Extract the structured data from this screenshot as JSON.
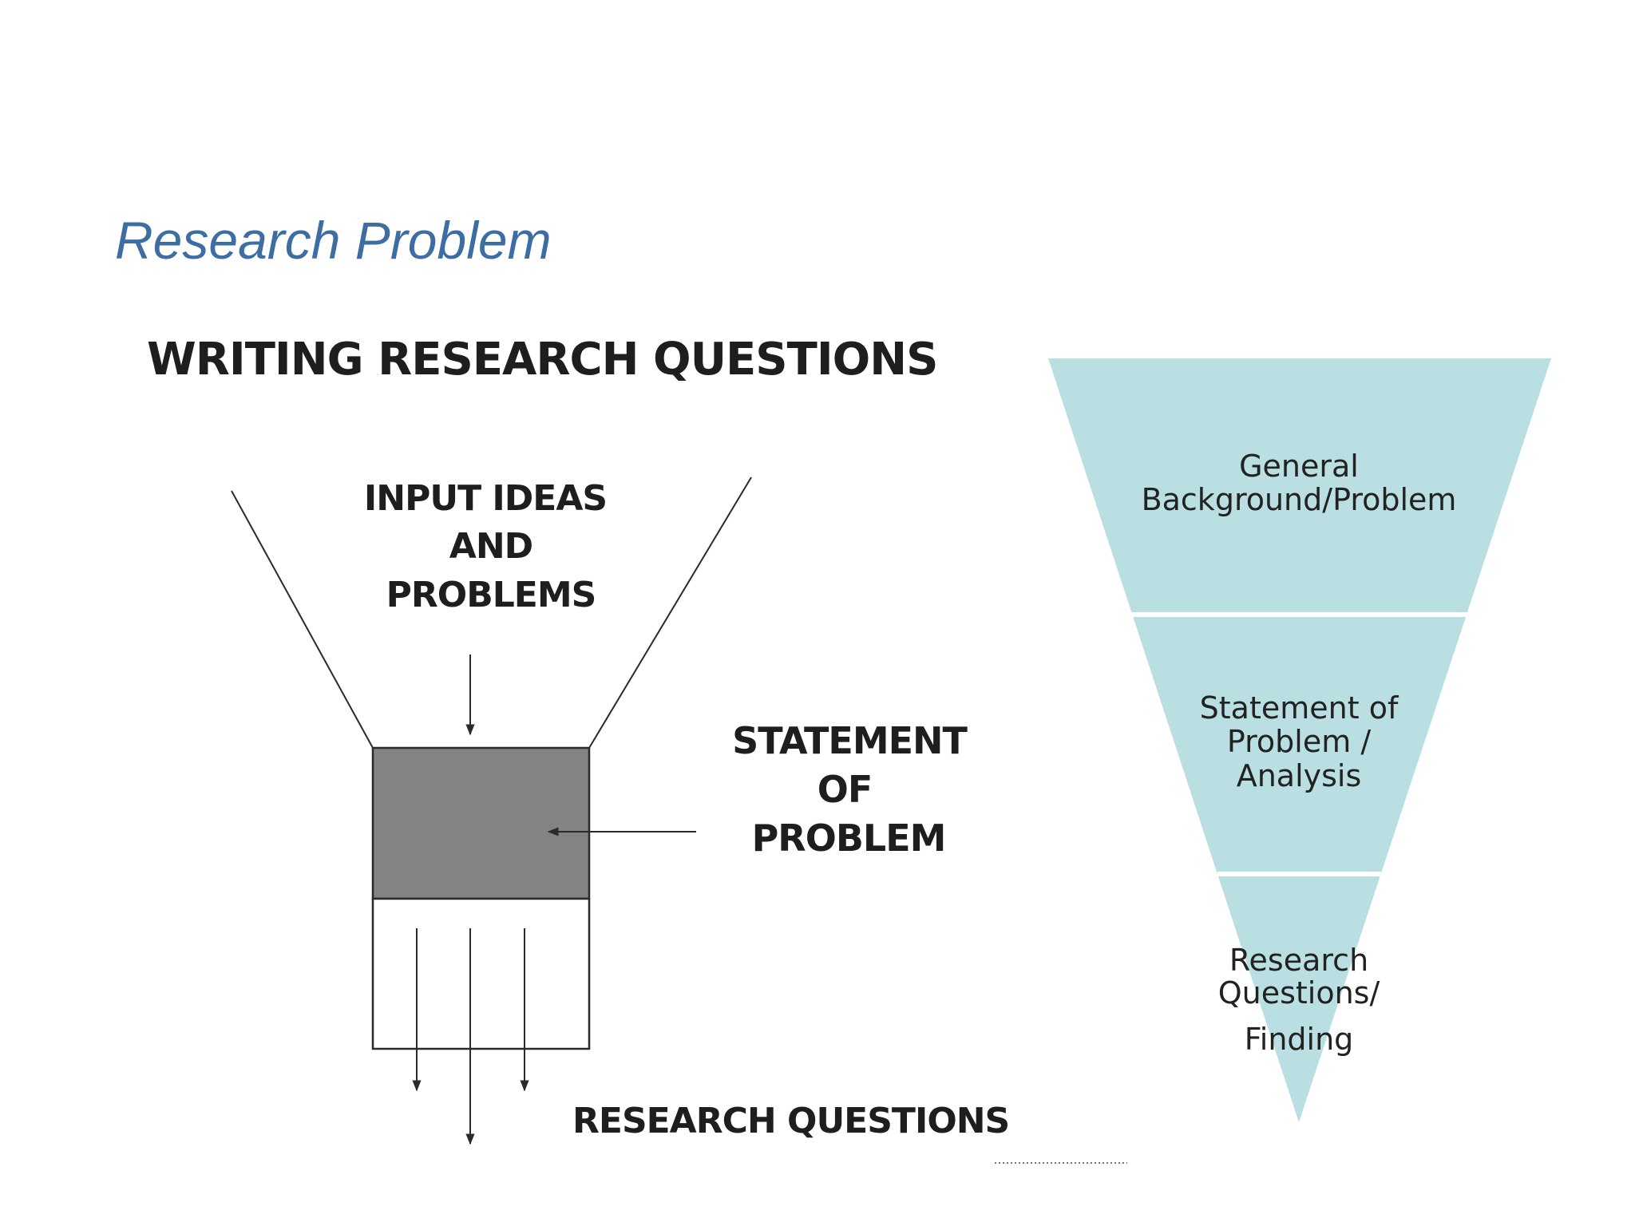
{
  "slide": {
    "title": "Research Problem"
  },
  "funnel_diagram": {
    "heading": "WRITING RESEARCH QUESTIONS",
    "input_label": [
      "INPUT IDEAS",
      "AND",
      "PROBLEMS"
    ],
    "statement_label": [
      "STATEMENT",
      "OF",
      "PROBLEM"
    ],
    "output_label": "RESEARCH QUESTIONS",
    "colors": {
      "line": "#2a2a2a",
      "box_fill": "#838383"
    }
  },
  "inverted_pyramid": {
    "levels": [
      {
        "lines": [
          "General",
          "Background/Problem"
        ]
      },
      {
        "lines": [
          "Statement of",
          "Problem /",
          "Analysis"
        ]
      },
      {
        "lines": [
          "Research",
          "Questions/",
          "Finding"
        ]
      }
    ],
    "colors": {
      "fill": "#badfe2",
      "divider": "#ffffff"
    }
  }
}
